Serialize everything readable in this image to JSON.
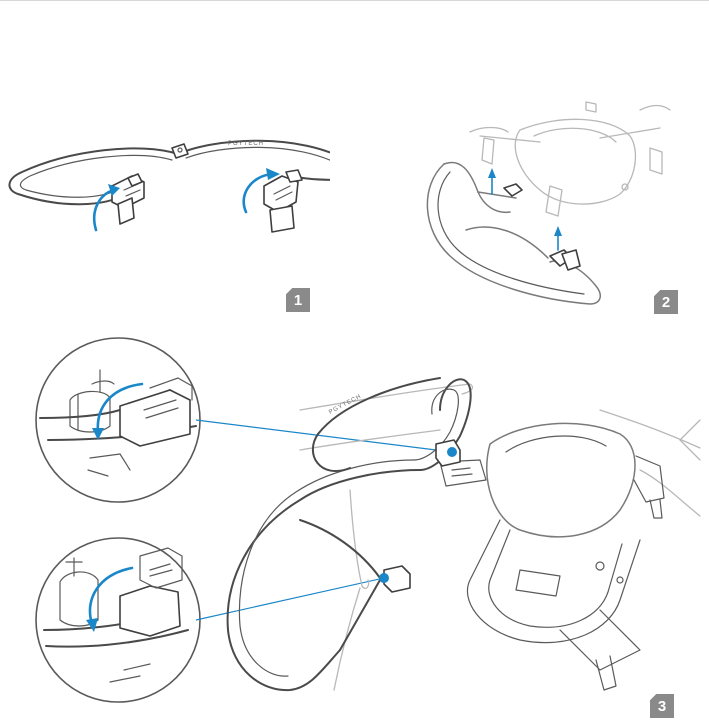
{
  "steps": {
    "step1": {
      "label": "1"
    },
    "step2": {
      "label": "2"
    },
    "step3": {
      "label": "3"
    }
  },
  "brand_text": "PGYTECH",
  "colors": {
    "arrow": "#1a87c9",
    "line": "#4a4a4a",
    "badge": "#8a8a8a",
    "background": "#ffffff"
  },
  "icons": {
    "rotate_arrow": "curved-arrow-icon",
    "lift_arrow": "up-arrow-icon",
    "zoom_callout": "magnifier-circle"
  }
}
